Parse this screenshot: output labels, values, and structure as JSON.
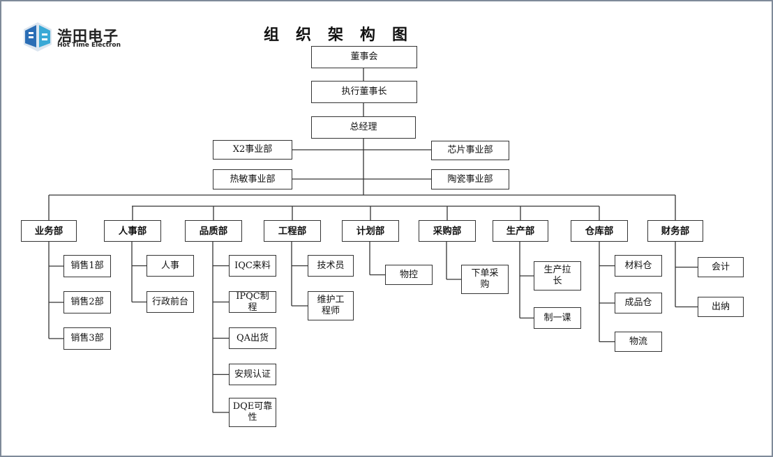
{
  "logo": {
    "name_cn": "浩田电子",
    "name_en": "Hot Time Electron"
  },
  "title": "组织架构图",
  "board": "董事会",
  "chairman": "执行董事长",
  "gm": "总经理",
  "divisions": [
    "X2事业部",
    "芯片事业部",
    "热敏事业部",
    "陶瓷事业部"
  ],
  "departments": [
    {
      "name": "业务部",
      "subs": [
        "销售1部",
        "销售2部",
        "销售3部"
      ]
    },
    {
      "name": "人事部",
      "subs": [
        "人事",
        "行政前台"
      ]
    },
    {
      "name": "品质部",
      "subs": [
        "IQC来料",
        "IPQC制程",
        "QA出货",
        "安规认证",
        "DQE可靠\n性"
      ]
    },
    {
      "name": "工程部",
      "subs": [
        "技术员",
        "维护工\n程师"
      ]
    },
    {
      "name": "计划部",
      "subs": [
        "物控"
      ]
    },
    {
      "name": "采购部",
      "subs": [
        "下单采\n购"
      ]
    },
    {
      "name": "生产部",
      "subs": [
        "生产拉\n长",
        "制一课"
      ]
    },
    {
      "name": "仓库部",
      "subs": [
        "材料仓",
        "成品仓",
        "物流"
      ]
    },
    {
      "name": "财务部",
      "subs": [
        "会计",
        "出纳"
      ]
    }
  ],
  "colors": {
    "line": "#333333",
    "frame": "#7f8a99",
    "logo_blue": "#2a6db5",
    "logo_cyan": "#3aa9d6"
  }
}
